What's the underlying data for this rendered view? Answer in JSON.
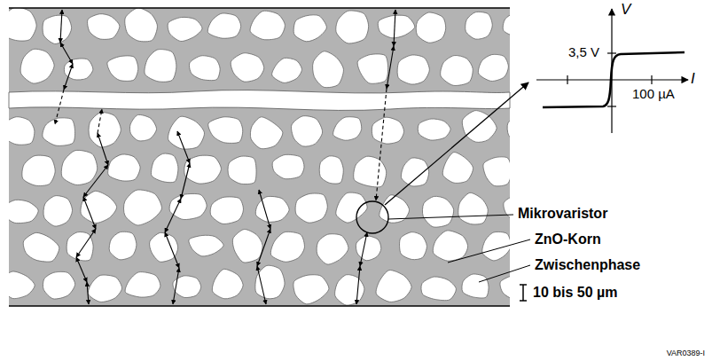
{
  "diagram": {
    "labels": [
      "V",
      "3,5 V",
      "I",
      "100 µA",
      "Mikrovaristor",
      "ZnO-Korn",
      "Zwischenphase",
      "10 bis 50 µm",
      "VAR0389-I"
    ]
  }
}
